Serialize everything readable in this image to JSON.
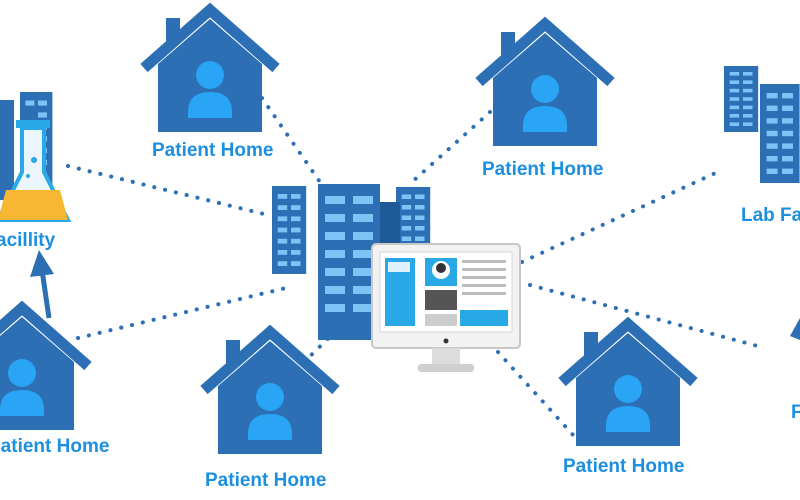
{
  "labels": {
    "patient_home_top_left": "Patient Home",
    "patient_home_top_right": "Patient Home",
    "patient_home_bottom_left": "Patient Home",
    "patient_home_bottom_center": "Patient Home",
    "patient_home_bottom_right": "Patient Home",
    "lab_facility_left": "acillity",
    "lab_facility_right": "Lab Fa",
    "partial_right": "F"
  },
  "colors": {
    "house": "#2d6fb5",
    "person": "#2aa4f4",
    "building": "#2d6fb5",
    "connector": "#2d6fb5",
    "label": "#1d8fe0",
    "flask_liquid": "#f7b733",
    "monitor_accent": "#29a8e8"
  },
  "icons": {
    "house": "house-with-person-icon",
    "hospital": "hospital-buildings-icon",
    "computer": "desktop-monitor-icon",
    "lab": "lab-flask-icon"
  }
}
